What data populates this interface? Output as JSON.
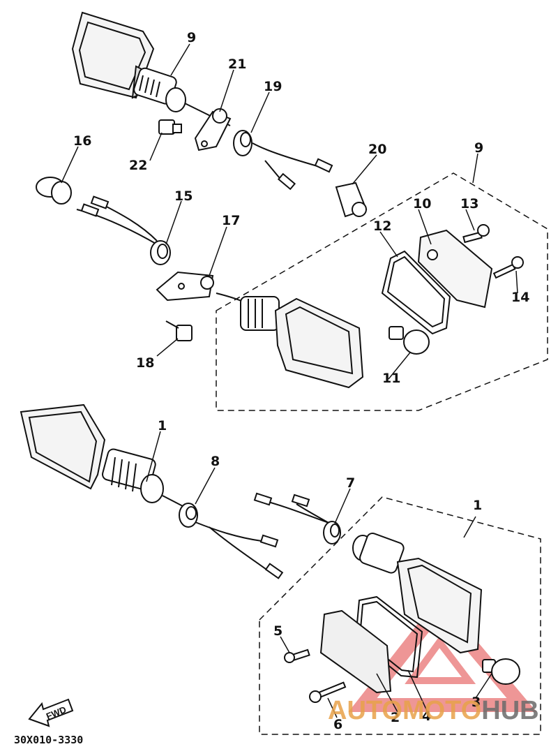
{
  "diagram": {
    "callouts": {
      "n1a": "1",
      "n1b": "1",
      "n2": "2",
      "n3": "3",
      "n4": "4",
      "n5": "5",
      "n6": "6",
      "n7": "7",
      "n8": "8",
      "n9a": "9",
      "n9b": "9",
      "n10": "10",
      "n11": "11",
      "n12": "12",
      "n13": "13",
      "n14": "14",
      "n15": "15",
      "n16": "16",
      "n17": "17",
      "n18": "18",
      "n19": "19",
      "n20": "20",
      "n21": "21",
      "n22": "22"
    },
    "part_code": "30X010-3330",
    "fwd_label": "FWD"
  },
  "watermark": {
    "part1": "AUTOMOTO",
    "part2": "HUB",
    "colors": {
      "triangle": "#e04040",
      "text_orange": "#e8a24a",
      "text_gray": "#6b6b6b"
    }
  }
}
